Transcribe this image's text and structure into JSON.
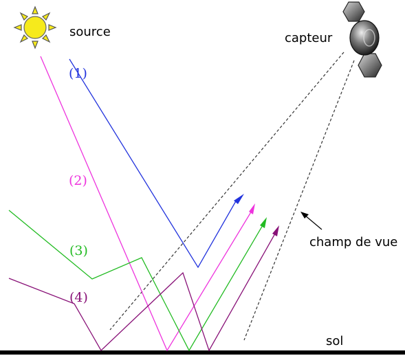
{
  "labels": {
    "source": "source",
    "capteur": "capteur",
    "champ_de_vue": "champ de vue",
    "sol": "sol"
  },
  "paths": [
    {
      "id": "1",
      "label": "(1)",
      "color": "#2233dd"
    },
    {
      "id": "2",
      "label": "(2)",
      "color": "#ee33dd"
    },
    {
      "id": "3",
      "label": "(3)",
      "color": "#22bb22"
    },
    {
      "id": "4",
      "label": "(4)",
      "color": "#881177"
    }
  ],
  "colors": {
    "sun_fill": "#f6ea1c",
    "ground": "#000000",
    "field_of_view": "#333333"
  }
}
